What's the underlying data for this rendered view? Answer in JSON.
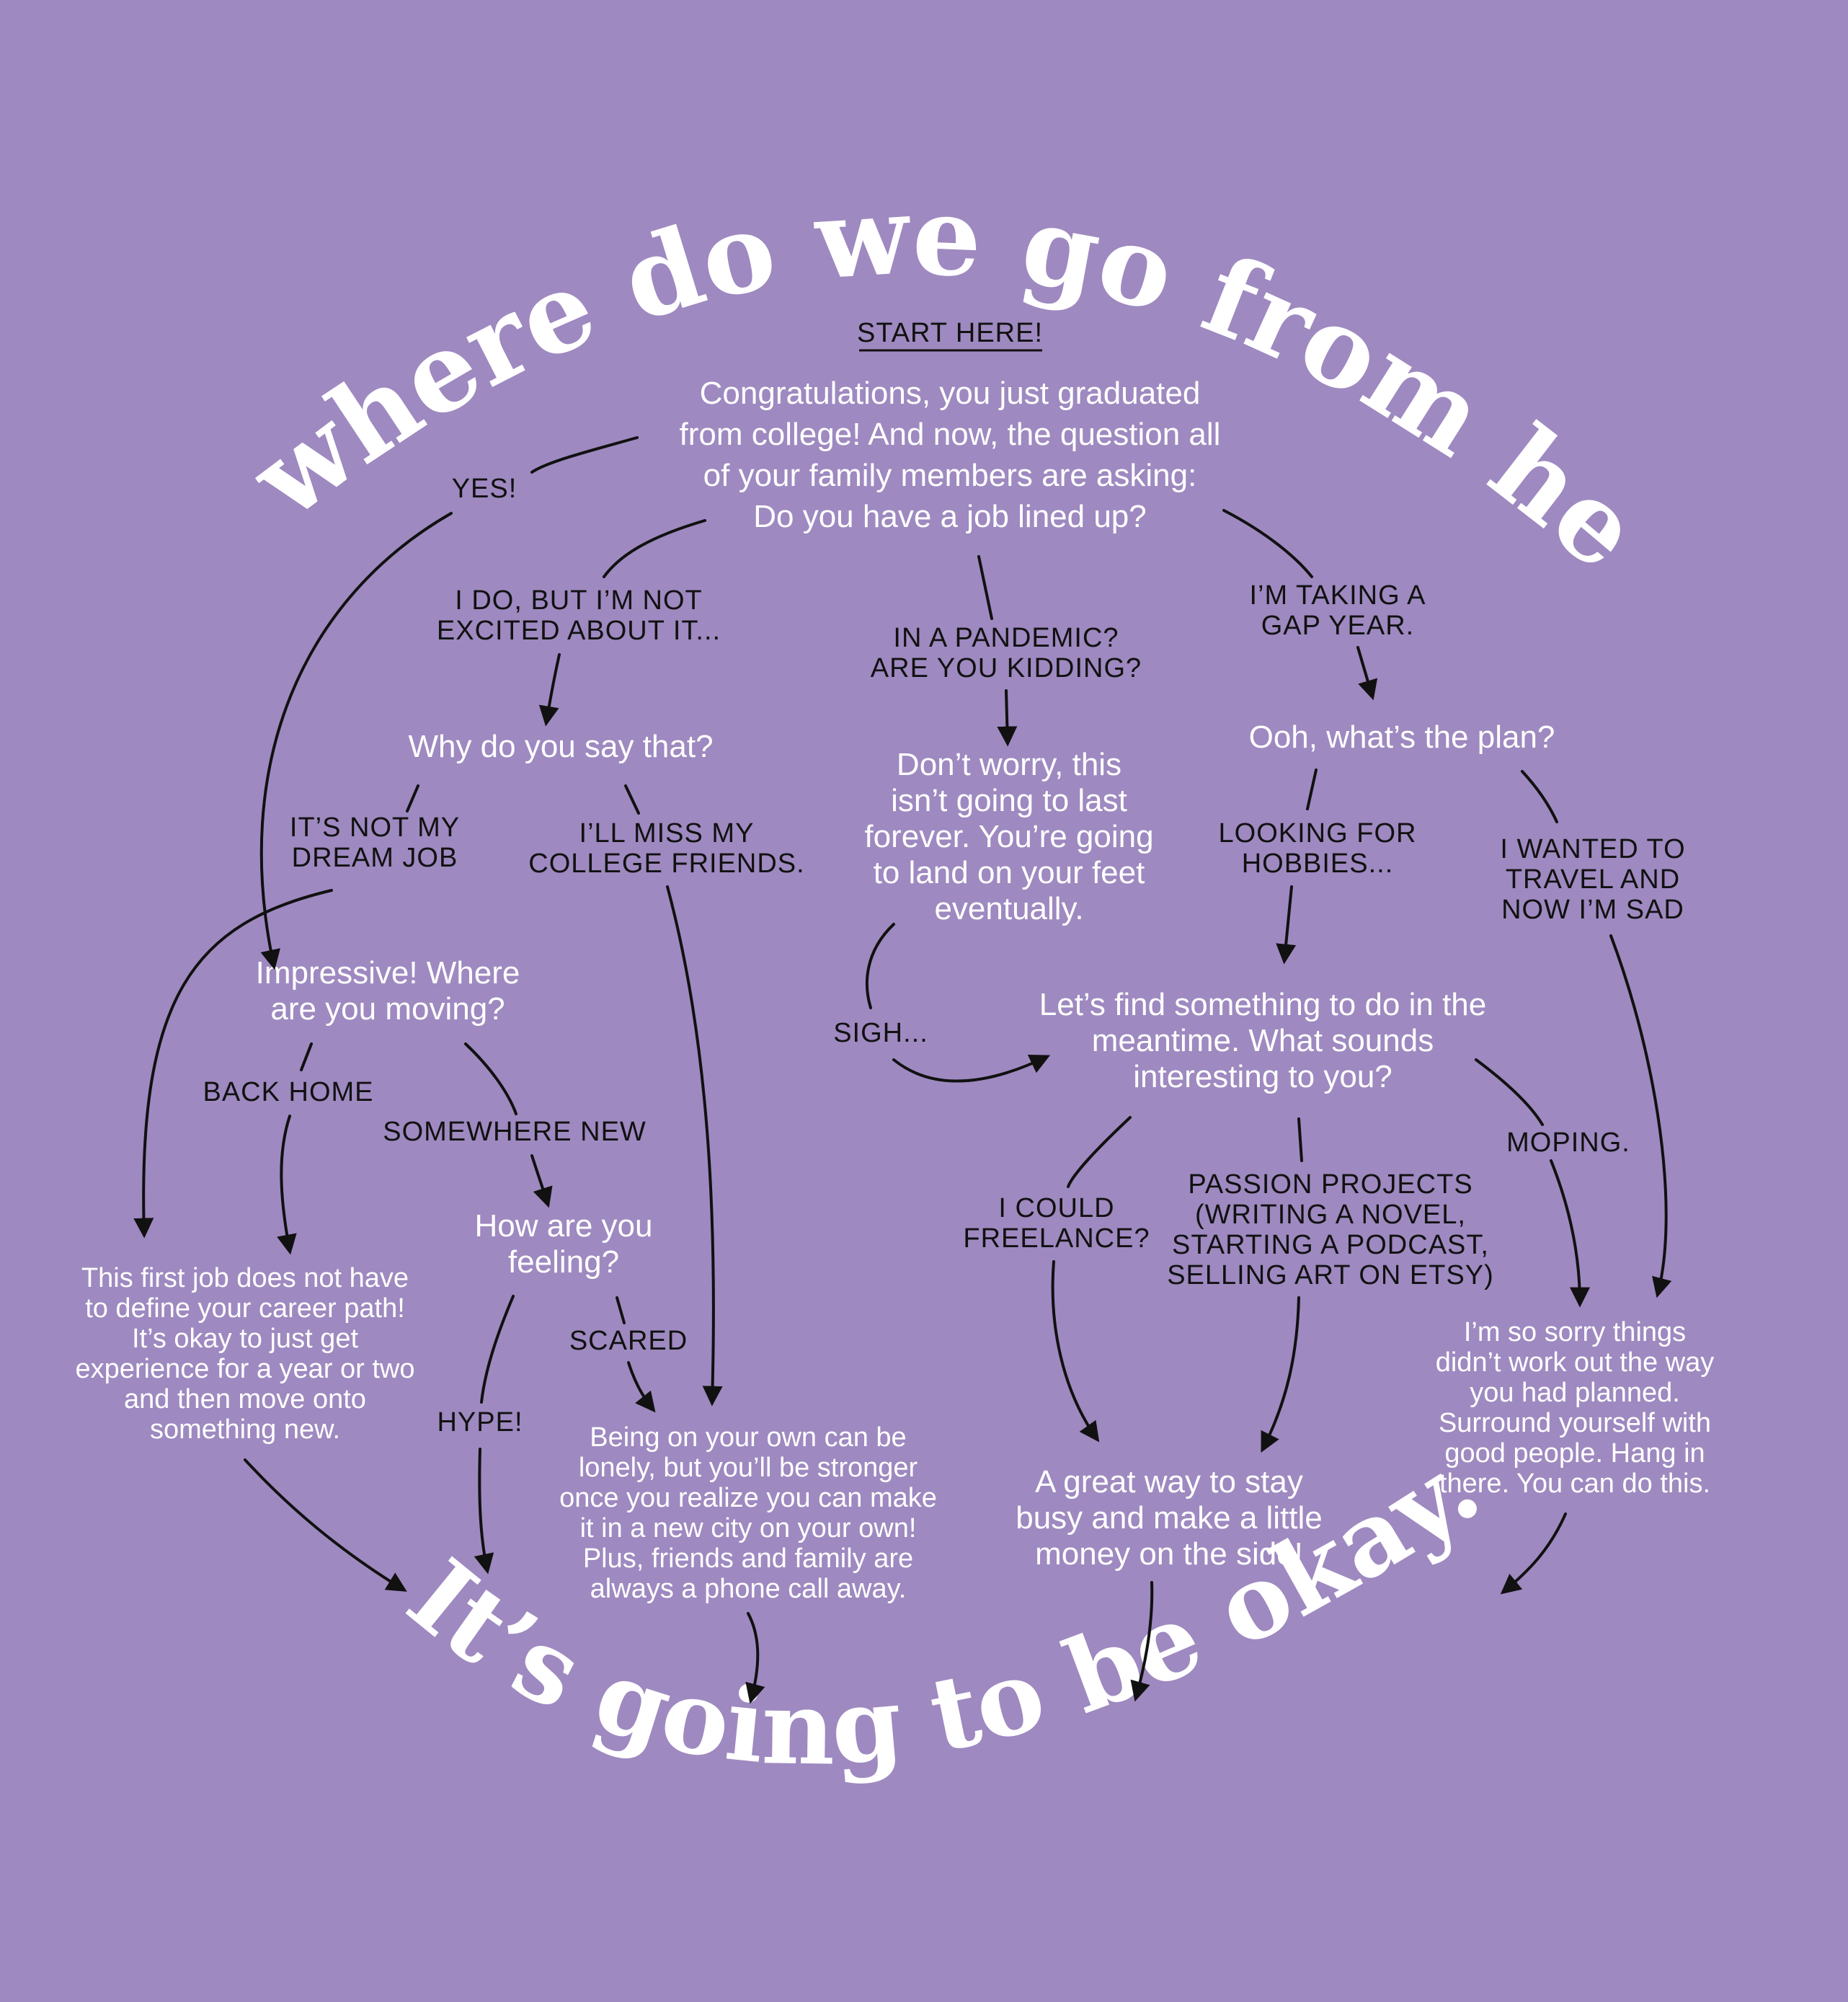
{
  "colors": {
    "background": "#9e89c0",
    "title": "#ffffff",
    "node_text": "#ffffff",
    "labels": "#111111",
    "arrows": "#111111"
  },
  "title": "So, where do we go from here?",
  "footer": "It’s going to be okay.",
  "start_label": "START HERE!",
  "nodes": {
    "start": [
      "Congratulations, you just graduated",
      "from college! And now, the question all",
      "of your family members are asking:",
      "Do you have a job lined up?"
    ],
    "why": [
      "Why do you say that?"
    ],
    "dont_worry": [
      "Don’t worry, this",
      "isn’t going to last",
      "forever. You’re going",
      "to land on your feet",
      "eventually."
    ],
    "plan": [
      "Ooh, what’s the plan?"
    ],
    "impressive": [
      "Impressive! Where",
      "are you moving?"
    ],
    "lets_find": [
      "Let’s find something to do in the",
      "meantime. What sounds",
      "interesting to you?"
    ],
    "how_feeling": [
      "How are you",
      "feeling?"
    ],
    "first_job": [
      "This first job does not have",
      "to define your career path!",
      "It’s okay to just get",
      "experience for a year or two",
      "and then move onto",
      "something new."
    ],
    "own": [
      "Being on your own can be",
      "lonely, but you’ll be stronger",
      "once you realize you can make",
      "it in a new city on your own!",
      "Plus, friends and family are",
      "always a phone call away."
    ],
    "great_way": [
      "A great way to stay",
      "busy and make a little",
      "money on the side!"
    ],
    "sorry": [
      "I’m so sorry things",
      "didn’t work out the way",
      "you had planned.",
      "Surround yourself with",
      "good people. Hang in",
      "there. You can do this."
    ]
  },
  "labels": {
    "yes": [
      "YES!"
    ],
    "not_excited": [
      "I DO, BUT I’M NOT",
      "EXCITED ABOUT IT..."
    ],
    "pandemic": [
      "IN A PANDEMIC?",
      "ARE YOU KIDDING?"
    ],
    "gap_year": [
      "I’M TAKING A",
      "GAP YEAR."
    ],
    "dream_job": [
      "IT’S NOT MY",
      "DREAM JOB"
    ],
    "miss_friends": [
      "I’LL MISS MY",
      "COLLEGE FRIENDS."
    ],
    "hobbies": [
      "LOOKING FOR",
      "HOBBIES..."
    ],
    "travel": [
      "I WANTED TO",
      "TRAVEL AND",
      "NOW I’M SAD"
    ],
    "sigh": [
      "SIGH..."
    ],
    "back_home": [
      "BACK HOME"
    ],
    "somewhere_new": [
      "SOMEWHERE NEW"
    ],
    "moping": [
      "MOPING."
    ],
    "freelance": [
      "I COULD",
      "FREELANCE?"
    ],
    "passion": [
      "PASSION PROJECTS",
      "(WRITING A NOVEL,",
      "STARTING A PODCAST,",
      "SELLING ART ON ETSY)"
    ],
    "scared": [
      "SCARED"
    ],
    "hype": [
      "HYPE!"
    ]
  }
}
